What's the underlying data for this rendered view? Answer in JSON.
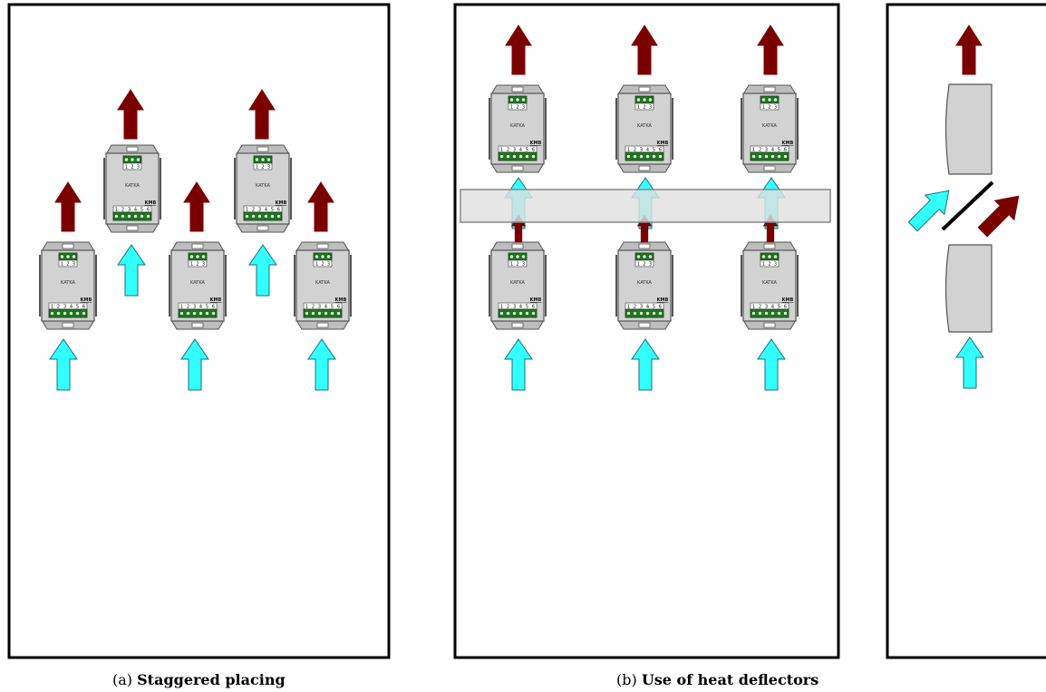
{
  "device": {
    "model_label": "KATKA",
    "brand_label": "KMB",
    "top_terminals": [
      "1",
      "2",
      "3"
    ],
    "bottom_terminals": [
      "1",
      "2",
      "3",
      "4",
      "5",
      "6"
    ]
  },
  "colors": {
    "warm_air": "#7a0000",
    "cool_air": "#33ffff",
    "device_body": "#d2d2d2",
    "terminal": "#1f7a1f",
    "deflector": "#e5e5e5",
    "frame": "#000000"
  },
  "panels": {
    "a": {
      "caption_tag": "(a)",
      "caption_text": "Staggered placing"
    },
    "b": {
      "caption_tag": "(b)",
      "caption_text": "Use of heat deflectors"
    }
  }
}
